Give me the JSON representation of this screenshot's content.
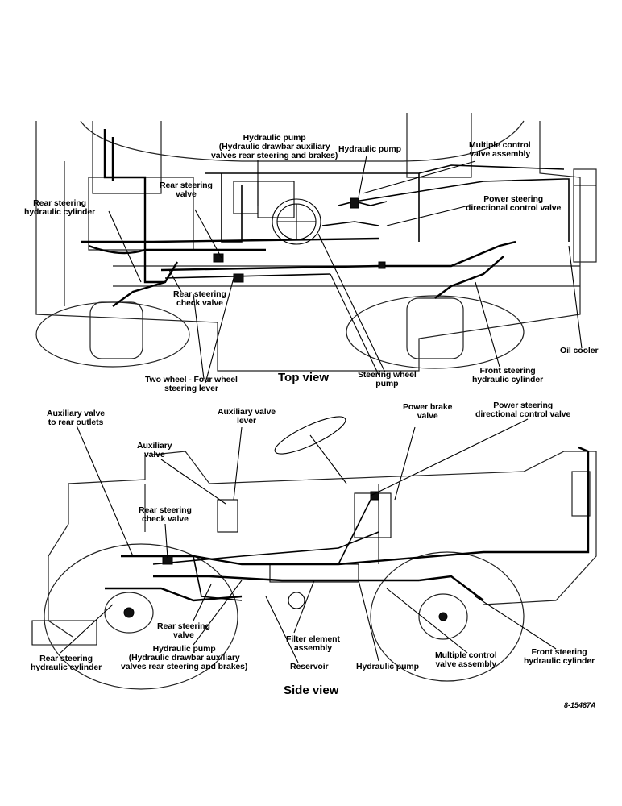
{
  "views": {
    "top": "Top view",
    "side": "Side view"
  },
  "figure_code": "8-15487A",
  "top_labels": {
    "hydraulic_pump_top": [
      "Hydraulic pump",
      "(Hydraulic drawbar auxiliary",
      "valves rear steering and brakes)"
    ],
    "hydraulic_pump_right": [
      "Hydraulic pump"
    ],
    "multiple_control_valve": [
      "Multiple control",
      "valve assembly"
    ],
    "rear_steering_cyl": [
      "Rear steering",
      "hydraulic cylinder"
    ],
    "rear_steering_valve": [
      "Rear steering",
      "valve"
    ],
    "power_steering_dir_valve": [
      "Power steering",
      "directional control valve"
    ],
    "rear_steering_check": [
      "Rear steering",
      "check valve"
    ],
    "oil_cooler": [
      "Oil cooler"
    ],
    "two_four_wheel_lever": [
      "Two wheel - Four wheel",
      "steering lever"
    ],
    "steering_wheel_pump": [
      "Steering wheel",
      "pump"
    ],
    "front_steering_cyl": [
      "Front steering",
      "hydraulic cylinder"
    ]
  },
  "side_labels": {
    "auxiliary_valve_rear": [
      "Auxiliary valve",
      "to rear outlets"
    ],
    "auxiliary_valve_lever": [
      "Auxiliary valve",
      "lever"
    ],
    "power_brake_valve": [
      "Power brake",
      "valve"
    ],
    "power_steering_dir_valve": [
      "Power steering",
      "directional control valve"
    ],
    "auxiliary_valve": [
      "Auxiliary",
      "valve"
    ],
    "rear_steering_check": [
      "Rear steering",
      "check valve"
    ],
    "rear_steering_valve": [
      "Rear steering",
      "valve"
    ],
    "rear_steering_cyl": [
      "Rear steering",
      "hydraulic cylinder"
    ],
    "hydraulic_pump": [
      "Hydraulic pump",
      "(Hydraulic drawbar auxiliary",
      "valves rear steering and brakes)"
    ],
    "filter_element": [
      "Filter element",
      "assembly"
    ],
    "reservoir": [
      "Reservoir"
    ],
    "hydraulic_pump_center": [
      "Hydraulic pump"
    ],
    "multiple_control_valve": [
      "Multiple control",
      "valve assembly"
    ],
    "front_steering_cyl": [
      "Front steering",
      "hydraulic cylinder"
    ]
  }
}
